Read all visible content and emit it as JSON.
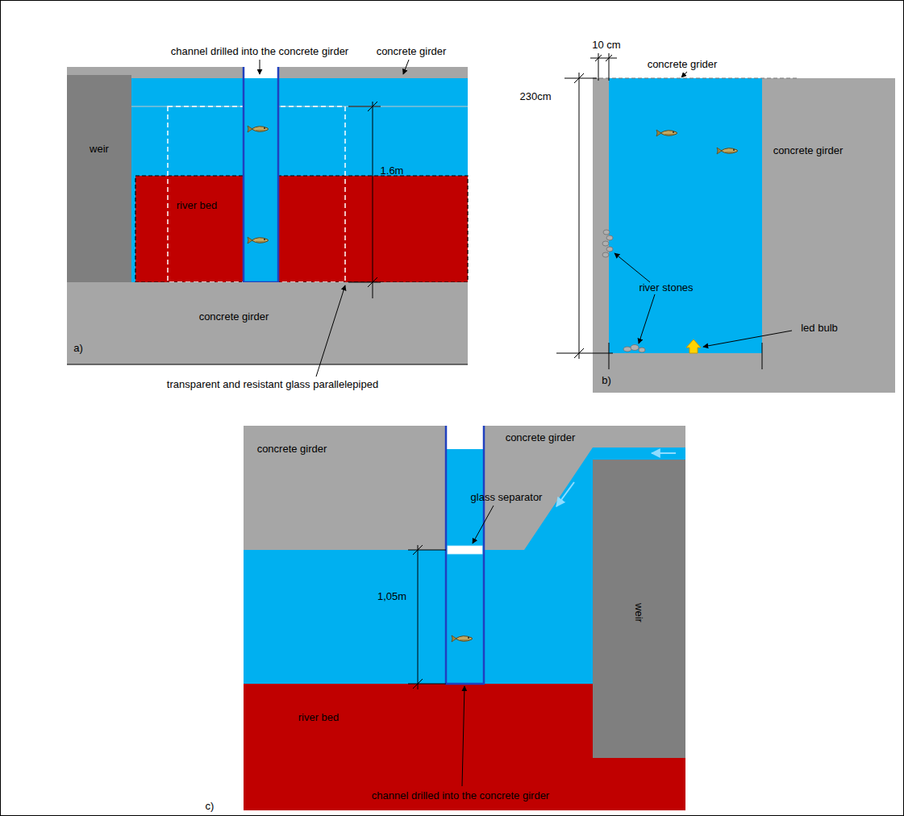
{
  "diagram": {
    "nodes": [
      {
        "text": [
          "weir"
        ]
      },
      {
        "text": [
          "river bed"
        ]
      },
      {
        "text": [
          "weir"
        ]
      },
      {
        "text": [
          "river bed"
        ]
      }
    ],
    "labels": [
      "channel drilled into the concrete girder",
      "concrete girder",
      "1.6m",
      "concrete girder",
      "transparent and resistant glass parallelepiped",
      "a)",
      "10 cm",
      "concrete grider",
      "230cm",
      "concrete girder",
      "river stones",
      "led bulb",
      "b)",
      "concrete girder",
      "concrete girder",
      "glass separator",
      "1,05m",
      "channel drilled into the concrete girder",
      "c)"
    ]
  }
}
